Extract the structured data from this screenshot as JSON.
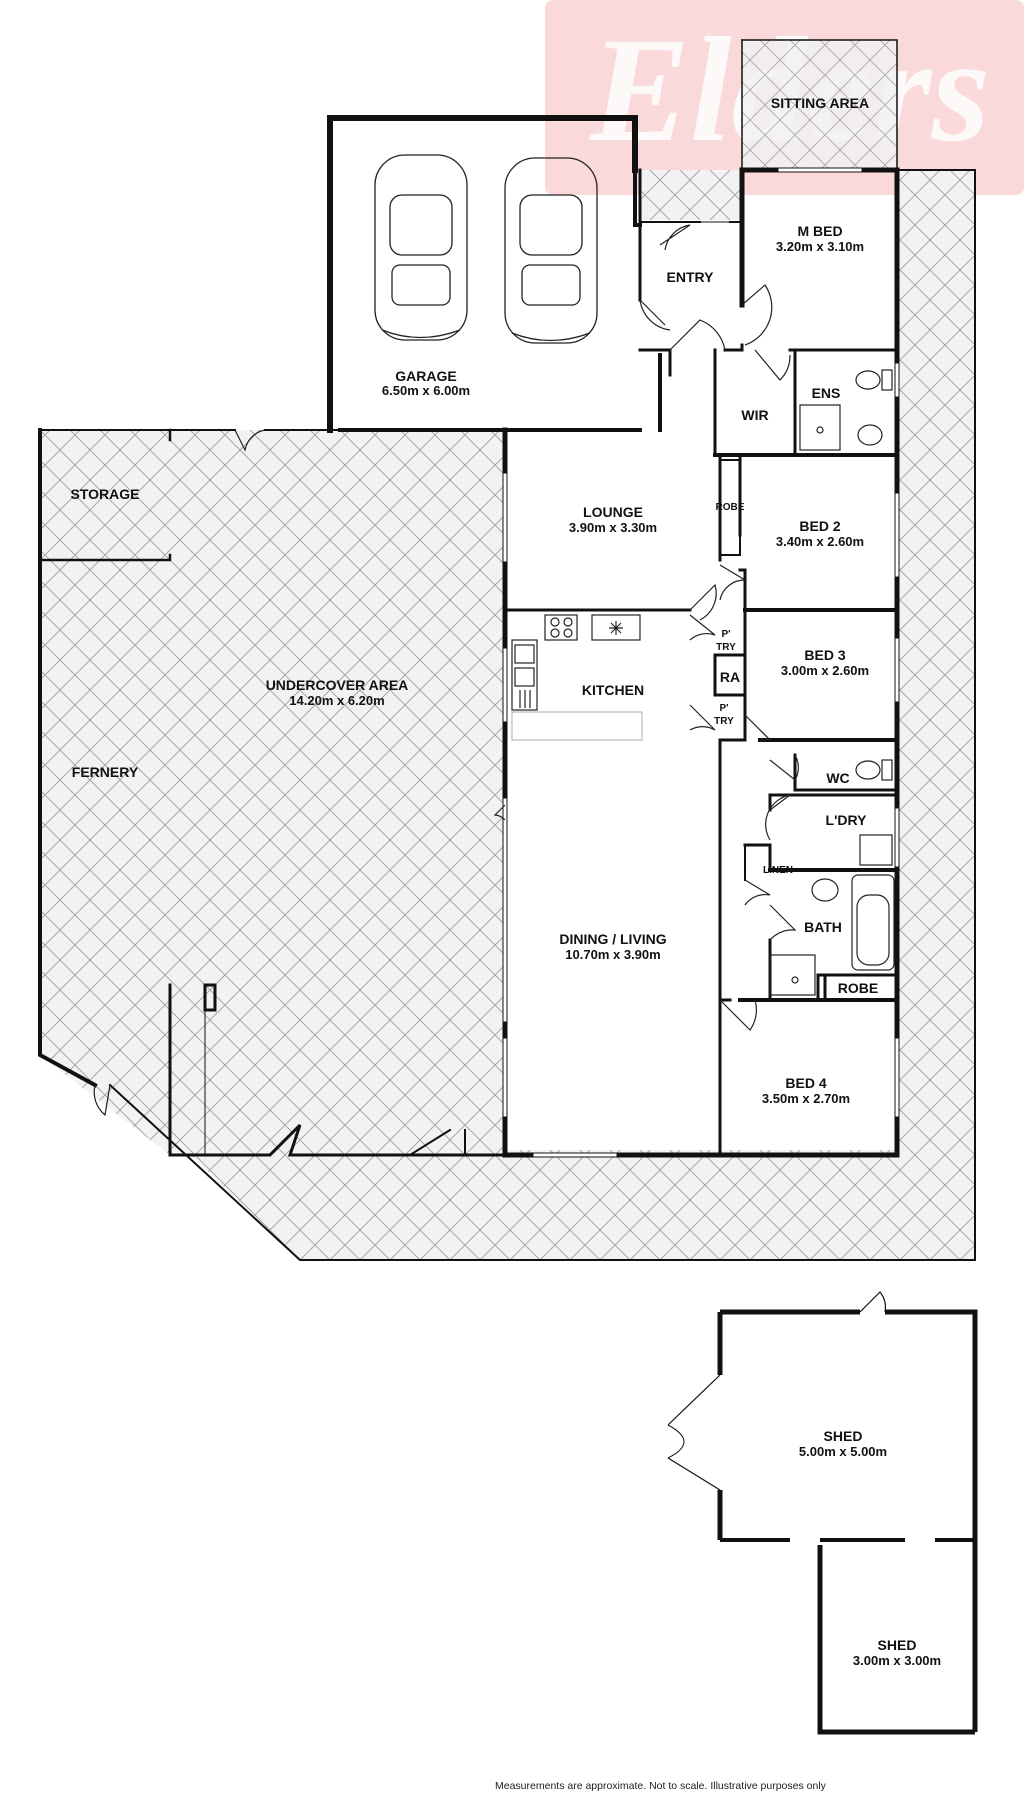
{
  "brand": {
    "logo_text": "Elders",
    "logo_color": "#f3b3b3"
  },
  "colors": {
    "wall": "#111111",
    "hatch": "#9a9a9a",
    "outdoor_fill": "#efefef"
  },
  "rooms": {
    "sitting_area": {
      "name": "SITTING AREA"
    },
    "garage": {
      "name": "GARAGE",
      "dims": "6.50m x 6.00m"
    },
    "entry": {
      "name": "ENTRY"
    },
    "m_bed": {
      "name": "M BED",
      "dims": "3.20m x 3.10m"
    },
    "wir": {
      "name": "WIR"
    },
    "ens": {
      "name": "ENS"
    },
    "storage": {
      "name": "STORAGE"
    },
    "lounge": {
      "name": "LOUNGE",
      "dims": "3.90m x 3.30m"
    },
    "robe_small": {
      "name": "ROBE"
    },
    "bed2": {
      "name": "BED 2",
      "dims": "3.40m x 2.60m"
    },
    "undercover": {
      "name": "UNDERCOVER AREA",
      "dims": "14.20m x 6.20m"
    },
    "kitchen": {
      "name": "KITCHEN"
    },
    "ptry1": {
      "line1": "P'",
      "line2": "TRY"
    },
    "ra": {
      "name": "RA"
    },
    "ptry2": {
      "line1": "P'",
      "line2": "TRY"
    },
    "bed3": {
      "name": "BED 3",
      "dims": "3.00m x 2.60m"
    },
    "fernery": {
      "name": "FERNERY"
    },
    "wc": {
      "name": "WC"
    },
    "ldry": {
      "name": "L'DRY"
    },
    "linen": {
      "name": "LINEN"
    },
    "bath": {
      "name": "BATH"
    },
    "dining": {
      "name": "DINING / LIVING",
      "dims": "10.70m x 3.90m"
    },
    "robe": {
      "name": "ROBE"
    },
    "bed4": {
      "name": "BED 4",
      "dims": "3.50m x 2.70m"
    },
    "shed1": {
      "name": "SHED",
      "dims": "5.00m x 5.00m"
    },
    "shed2": {
      "name": "SHED",
      "dims": "3.00m x 3.00m"
    }
  },
  "icons": [
    "car-icon",
    "toilet-icon",
    "shower-icon",
    "basin-icon",
    "bathtub-icon",
    "stove-icon",
    "sink-icon",
    "door-swing-icon"
  ],
  "footer": {
    "note": "Measurements are approximate.  Not to scale.  Illustrative purposes only"
  }
}
